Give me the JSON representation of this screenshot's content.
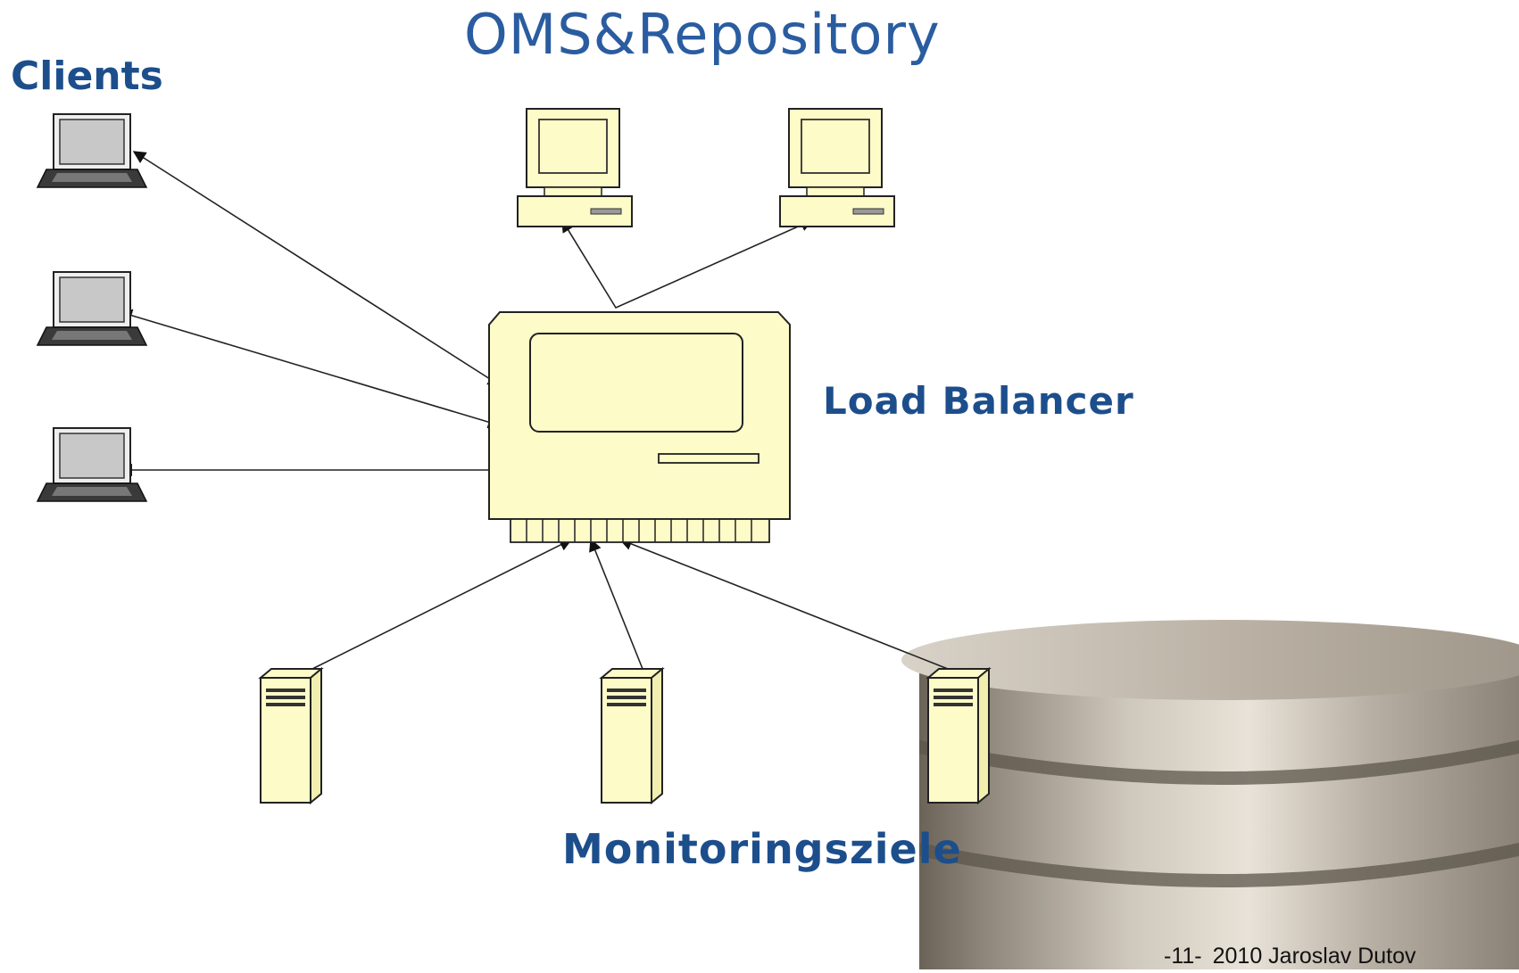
{
  "title": "OMS&Repository",
  "labels": {
    "clients": "Clients",
    "load_balancer": "Load Balancer",
    "monitoring": "Monitoringsziele"
  },
  "footer": {
    "page": "-11-",
    "credit": "2010 Jaroslav Dutov"
  },
  "colors": {
    "label_blue": "#1d4e8c",
    "device_fill": "#fdfbc8",
    "screen_gray": "#c8c8c8"
  },
  "nodes": {
    "clients": [
      "laptop-icon",
      "laptop-icon",
      "laptop-icon"
    ],
    "oms": [
      "desktop-computer-icon",
      "desktop-computer-icon"
    ],
    "load_balancer": "load-balancer-icon",
    "targets": [
      "server-tower-icon",
      "server-tower-icon",
      "server-tower-icon"
    ],
    "background": "database-cylinder-icon"
  }
}
